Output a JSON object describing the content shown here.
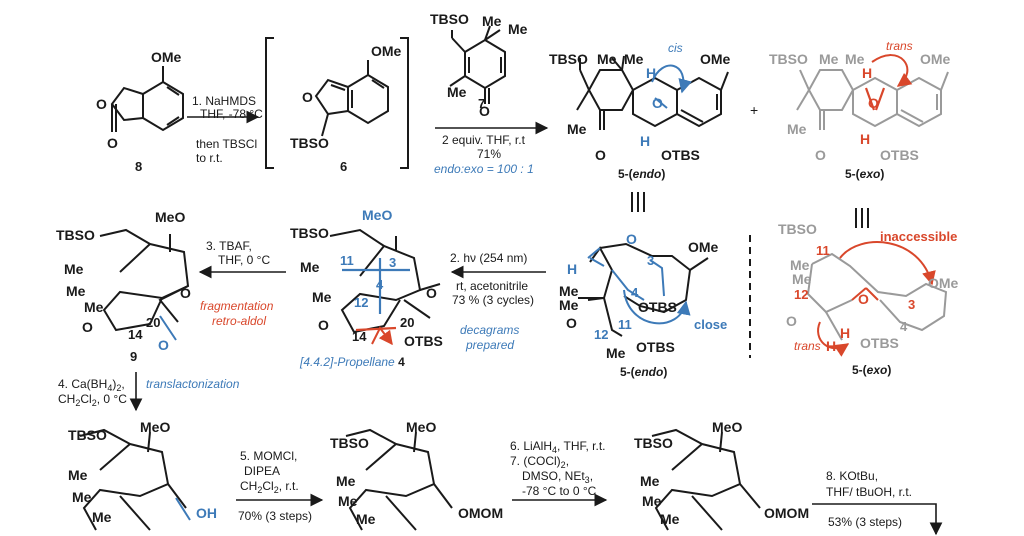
{
  "colors": {
    "black": "#1a1a1a",
    "blue": "#3d7ab8",
    "red": "#d9472b",
    "grey": "#9a9a9a"
  },
  "reagents": {
    "step1_l1": "1. NaHMDS",
    "step1_l2": "THF, -78 °C",
    "step1_l3": "then TBSCl",
    "step1_l4": "to r.t.",
    "step_da_l1": "2 equiv. THF, r.t",
    "step_da_l2": "71%",
    "step_da_l3": "endo:exo = 100 : 1",
    "step2_l1": "2. hν (254 nm)",
    "step2_l2": "rt, acetonitrile",
    "step2_l3": "73 % (3 cycles)",
    "step2_note1": "decagrams",
    "step2_note2": "prepared",
    "step3_l1": "3. TBAF,",
    "step3_l2": "THF, 0 °C",
    "step3_note1": "fragmentation",
    "step3_note2": "retro-aldol",
    "step4_l1": "4. Ca(BH",
    "step4_sub1": "4",
    "step4_l1b": ")",
    "step4_sub2": "2",
    "step4_l1c": ",",
    "step4_l2": "CH",
    "step4_l2s1": "2",
    "step4_l2b": "Cl",
    "step4_l2s2": "2",
    "step4_l2c": ", 0 °C",
    "step4_note": "translactonization",
    "step5_l1": "5. MOMCl,",
    "step5_l2": "DIPEA",
    "step5_l3a": "CH",
    "step5_l3s1": "2",
    "step5_l3b": "Cl",
    "step5_l3s2": "2",
    "step5_l3c": ", r.t.",
    "step5_yield": "70% (3 steps)",
    "step6_l1a": "6. LiAlH",
    "step6_l1s": "4",
    "step6_l1b": ", THF, r.t.",
    "step7_l1a": "7. (COCl)",
    "step7_l1s": "2",
    "step7_l1b": ",",
    "step7_l2a": "DMSO, NEt",
    "step7_l2s": "3",
    "step7_l2b": ",",
    "step7_l3": "-78 °C to 0 °C",
    "step8_l1": "8. KOtBu,",
    "step8_l2": "THF/ tBuOH, r.t.",
    "step8_yield": "53% (3 steps)"
  },
  "compounds": {
    "c8": "8",
    "c6": "6",
    "c7": "7",
    "c5endo_a": "5-(",
    "c5endo_b": "endo",
    "c5endo_c": ")",
    "c5exo_a": "5-(",
    "c5exo_b": "exo",
    "c5exo_c": ")",
    "c9": "9",
    "c4_name": "[4.4.2]-Propellane",
    "c4_num": "4"
  },
  "annotations": {
    "cis": "cis",
    "trans": "trans",
    "inaccessible": "inaccessible",
    "close": "close",
    "equiv": "|||"
  },
  "atoms": {
    "OMe": "OMe",
    "MeO": "MeO",
    "O": "O",
    "TBSO": "TBSO",
    "OTBS": "OTBS",
    "Me": "Me",
    "H": "H",
    "OH": "OH",
    "OMOM": "OMOM",
    "plus": "+",
    "n3": "3",
    "n4": "4",
    "n11": "11",
    "n12": "12",
    "n14": "14",
    "n20": "20"
  }
}
